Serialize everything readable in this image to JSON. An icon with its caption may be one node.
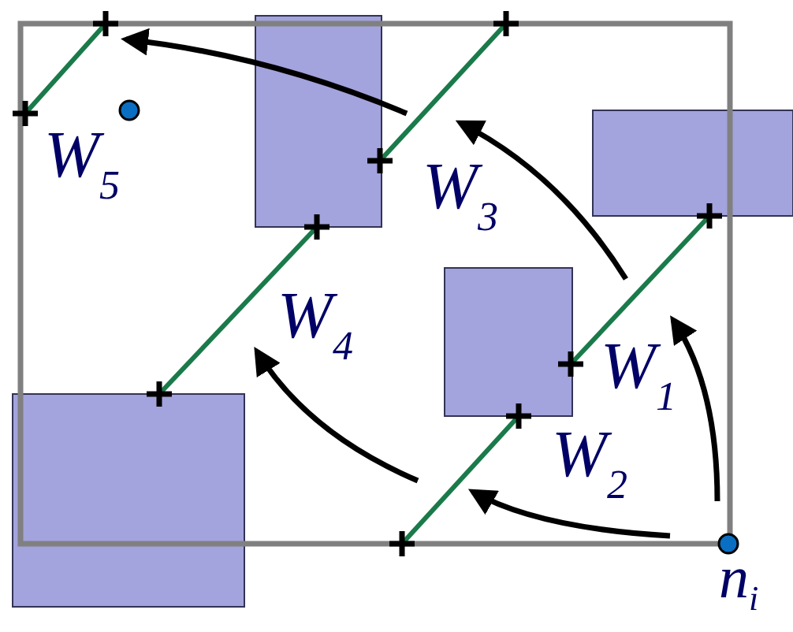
{
  "diagram": {
    "labels": [
      "W$_{5}$",
      "W$_{3}$",
      "W$_{4}$",
      "W$_{1}$",
      "W$_{2}$",
      "n$_{i}$"
    ]
  }
}
